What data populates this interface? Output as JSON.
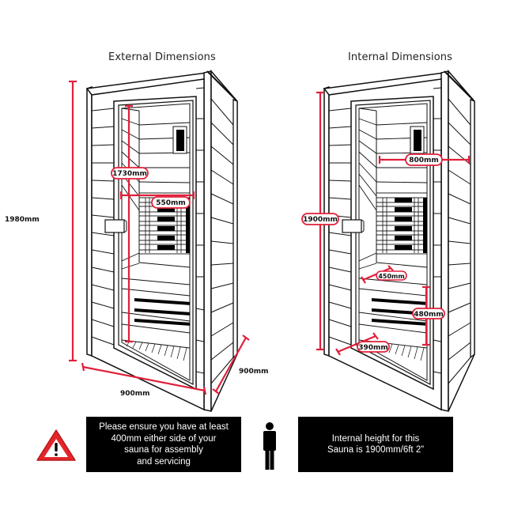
{
  "external": {
    "title": "External Dimensions",
    "height_label": "1980mm",
    "door_height_label": "1730mm",
    "door_width_label": "550mm",
    "width_label": "900mm",
    "depth_label": "900mm"
  },
  "internal": {
    "title": "Internal Dimensions",
    "height_label": "1900mm",
    "width_label": "800mm",
    "bench_depth_label": "450mm",
    "bench_height_label": "480mm",
    "floor_depth_label": "390mm"
  },
  "notes": {
    "clearance": [
      "Please ensure you have at least",
      "400mm either side of your",
      "sauna for assembly",
      "and servicing"
    ],
    "height": [
      "Internal height for this",
      "Sauna is 1900mm/6ft 2”"
    ]
  },
  "icons": {
    "warning": "warning-triangle-icon",
    "person": "person-silhouette-icon"
  },
  "colors": {
    "dimension": "#e0203a",
    "outline": "#111111",
    "note_bg": "#000000",
    "note_text": "#ffffff",
    "warning": "#e3262a"
  }
}
